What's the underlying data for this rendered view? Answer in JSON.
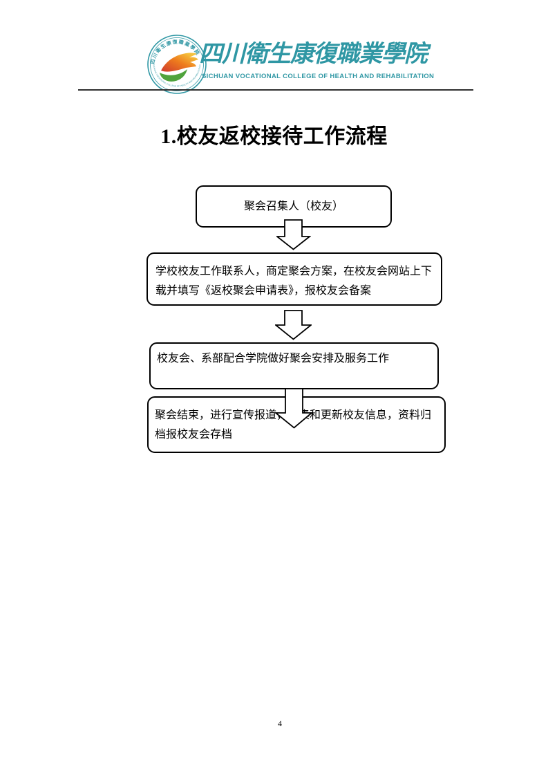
{
  "colors": {
    "teal": "#2f97a4",
    "ink": "#000000",
    "rule": "#2e2e2e",
    "logo_red": "#cf3a2e",
    "logo_orange": "#ee7c1d",
    "logo_yellow": "#f5c23c",
    "logo_green": "#4fa33c"
  },
  "header": {
    "logo": {
      "seal_top_text": "四川衛生康復職業學院",
      "seal_bottom_text": "SICHUAN VOCATIONAL COLLEGE OF HEALTH AND REHABILITATION",
      "calligraphy_name": "四川衛生康復職業學院",
      "english_name": "SICHUAN VOCATIONAL COLLEGE OF HEALTH AND REHABILITATION"
    }
  },
  "title": "1.校友返校接待工作流程",
  "flowchart": {
    "steps": [
      {
        "text": "聚会召集人（校友）"
      },
      {
        "text": "学校校友工作联系人，商定聚会方案，在校友会网站上下载并填写《返校聚会申请表》，报校友会备案"
      },
      {
        "text": "校友会、系部配合学院做好聚会安排及服务工作"
      },
      {
        "text": "聚会结束，进行宣传报道，收集和更新校友信息，资料归档报校友会存档"
      }
    ]
  },
  "footer": {
    "page_number": "4"
  }
}
